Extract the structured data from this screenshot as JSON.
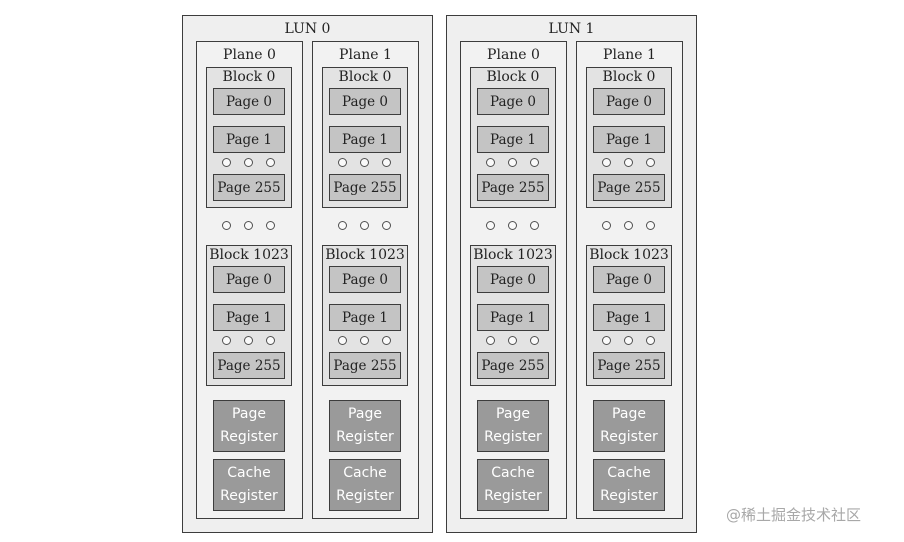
{
  "luns": [
    {
      "label": "LUN 0",
      "planes": [
        {
          "label": "Plane 0",
          "blocks": [
            {
              "label": "Block 0",
              "pages": [
                "Page 0",
                "Page 1",
                "Page 255"
              ]
            },
            {
              "label": "Block 1023",
              "pages": [
                "Page 0",
                "Page 1",
                "Page 255"
              ]
            }
          ],
          "page_register": [
            "Page",
            "Register"
          ],
          "cache_register": [
            "Cache",
            "Register"
          ]
        },
        {
          "label": "Plane 1",
          "blocks": [
            {
              "label": "Block 0",
              "pages": [
                "Page 0",
                "Page 1",
                "Page 255"
              ]
            },
            {
              "label": "Block 1023",
              "pages": [
                "Page 0",
                "Page 1",
                "Page 255"
              ]
            }
          ],
          "page_register": [
            "Page",
            "Register"
          ],
          "cache_register": [
            "Cache",
            "Register"
          ]
        }
      ]
    },
    {
      "label": "LUN 1",
      "planes": [
        {
          "label": "Plane 0",
          "blocks": [
            {
              "label": "Block 0",
              "pages": [
                "Page 0",
                "Page 1",
                "Page 255"
              ]
            },
            {
              "label": "Block 1023",
              "pages": [
                "Page 0",
                "Page 1",
                "Page 255"
              ]
            }
          ],
          "page_register": [
            "Page",
            "Register"
          ],
          "cache_register": [
            "Cache",
            "Register"
          ]
        },
        {
          "label": "Plane 1",
          "blocks": [
            {
              "label": "Block 0",
              "pages": [
                "Page 0",
                "Page 1",
                "Page 255"
              ]
            },
            {
              "label": "Block 1023",
              "pages": [
                "Page 0",
                "Page 1",
                "Page 255"
              ]
            }
          ],
          "page_register": [
            "Page",
            "Register"
          ],
          "cache_register": [
            "Cache",
            "Register"
          ]
        }
      ]
    }
  ],
  "watermark": "@稀土掘金技术社区"
}
